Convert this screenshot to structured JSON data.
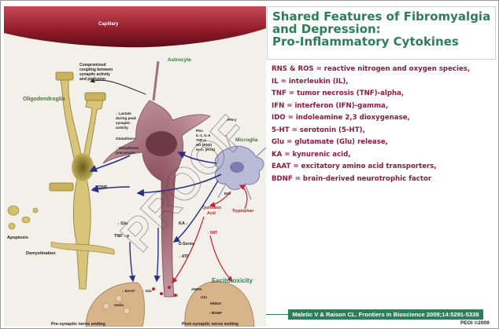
{
  "title": "Shared Features of Fibromyalgia\nand Depression:\nPro-Inflammatory Cytokines",
  "definitions": [
    "RNS & ROS = reactive nitrogen and oxygen species,",
    "IL = interleukin (IL),",
    "TNF = tumor necrosis (TNF)-alpha,",
    "IFN = interferon (IFN)-gamma,",
    "IDO = indoleamine 2,3 dioxygenase,",
    "5-HT = serotonin (5-HT),",
    "Glu = glutamate (Glu) release,",
    "KA = kynurenic acid,",
    "EAAT = excitatory amino acid transporters,",
    "BDNF = brain-derived neurotrophic factor"
  ],
  "citation": "Maletic V & Raison CL. Frontiers in Bioscience 2009;14:5291-5338",
  "copyright": "PEOI ©2009",
  "watermark": "PROOF",
  "diagram": {
    "capillary": "Capillary",
    "astrocyte": "Astrocyte",
    "oligodendroglia": "Oligodendroglia",
    "microglia": "Microglia",
    "compromised": "Compromised\ncoupling between\nsynaptic activity\nand perfusion",
    "lactate": "↓ Lactate\nduring peak\nsynaptic\nactivity",
    "glutathione": "Glutathione",
    "glutathione_precursors": "↓ Glutathione\nprecursors",
    "bdnf": "↓ BDNF",
    "glu": "↓ Glu",
    "tnf": "TNF - α",
    "ka": "KA ↓",
    "d_serine": "D-Serine",
    "atp": "↓ ATP",
    "quinolinic": "Quinolinic\nAcid",
    "tryptophan": "Tryptophan",
    "sht": "↓ 5HT",
    "ido": "IDO",
    "mediators": "PGs\nIL-1, IL-6\nTNF-α\nNO (RNS)\nH₂O₂ (ROS)",
    "ifn": "IFN-γ",
    "apoptosis": "Apoptosis",
    "demyelination": "Demyelination",
    "excitotoxicity": "Excitotoxicity",
    "eaat": "↓ EAAT",
    "glu2": "↑ Glu",
    "ampa": "AMPA",
    "nmda": "NMDA",
    "glu3": "Glu",
    "mglu": "mGlu",
    "bdnf2": "↓ BDNF",
    "pre_synaptic": "Pre-synaptic nerve ending",
    "post_synaptic": "Post-synaptic nerve ending"
  },
  "colors": {
    "title": "#2e7d5a",
    "definitions": "#8b1a3c",
    "citation_bg": "#2e7d5a",
    "capillary": "#9c1f2e",
    "astrocyte": "#a0707a",
    "oligodendroglia": "#b8a24a",
    "microglia": "#9ea0c0",
    "pathway_arrows": "#2a2f8a",
    "inhibitory_arrows": "#c02030"
  }
}
